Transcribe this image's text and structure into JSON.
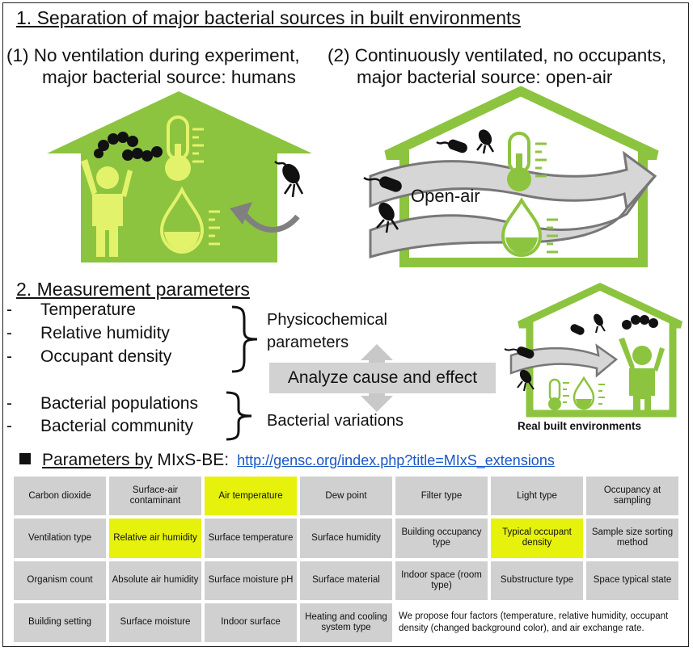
{
  "section1": {
    "title": "1. Separation of major bacterial sources in built environments",
    "case1": {
      "line1": "(1) No ventilation during experiment,",
      "line2": "major bacterial source: humans"
    },
    "case2": {
      "line1": "(2) Continuously ventilated, no occupants,",
      "line2": "major bacterial source: open-air"
    },
    "open_air_label": "Open-air"
  },
  "section2": {
    "title": "2. Measurement parameters",
    "dash": "-",
    "physico_params": [
      "Temperature",
      "Relative humidity",
      "Occupant density"
    ],
    "bacterial_params": [
      "Bacterial populations",
      "Bacterial community"
    ],
    "physico_label_line1": "Physicochemical",
    "physico_label_line2": "parameters",
    "bacterial_label": "Bacterial variations",
    "analyze_label": "Analyze cause and effect",
    "real_label": "Real built environments"
  },
  "mixs": {
    "heading_prefix": "Parameters by",
    "heading_name": "MIxS-BE:",
    "link": "http://gensc.org/index.php?title=MIxS_extensions",
    "cells": [
      {
        "text": "Carbon dioxide",
        "hl": false
      },
      {
        "text": "Surface-air contaminant",
        "hl": false
      },
      {
        "text": "Air temperature",
        "hl": true
      },
      {
        "text": "Dew point",
        "hl": false
      },
      {
        "text": "Filter type",
        "hl": false
      },
      {
        "text": "Light type",
        "hl": false
      },
      {
        "text": "Occupancy at sampling",
        "hl": false
      },
      {
        "text": "Ventilation type",
        "hl": false
      },
      {
        "text": "Relative air humidity",
        "hl": true
      },
      {
        "text": "Surface temperature",
        "hl": false
      },
      {
        "text": "Surface humidity",
        "hl": false
      },
      {
        "text": "Building occupancy type",
        "hl": false
      },
      {
        "text": "Typical occupant density",
        "hl": true
      },
      {
        "text": "Sample size sorting method",
        "hl": false
      },
      {
        "text": "Organism count",
        "hl": false
      },
      {
        "text": "Absolute air humidity",
        "hl": false
      },
      {
        "text": "Surface moisture pH",
        "hl": false
      },
      {
        "text": "Surface material",
        "hl": false
      },
      {
        "text": "Indoor space (room type)",
        "hl": false
      },
      {
        "text": "Substructure type",
        "hl": false
      },
      {
        "text": "Space typical state",
        "hl": false
      },
      {
        "text": "Building setting",
        "hl": false
      },
      {
        "text": "Surface moisture",
        "hl": false
      },
      {
        "text": "Indoor surface",
        "hl": false
      },
      {
        "text": "Heating and cooling system type",
        "hl": false
      }
    ],
    "note": "We propose four factors (temperature, relative humidity, occupant density (changed background color), and air exchange rate."
  },
  "colors": {
    "house_green": "#8cc43f",
    "highlight_yellow": "#e6f20b",
    "person_yellow": "#e3f26b",
    "cell_gray": "#d0d0d0"
  }
}
